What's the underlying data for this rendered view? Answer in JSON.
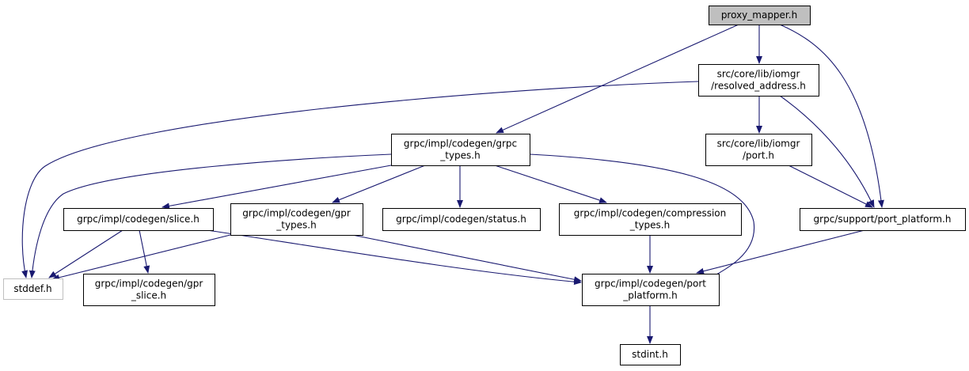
{
  "colors": {
    "edge": "#191970",
    "node_border": "#000000",
    "node_fill": "#ffffff",
    "root_fill": "#bfbfbf",
    "external_border": "#bfbfbf",
    "background": "#ffffff"
  },
  "nodes": [
    {
      "id": "proxy_mapper",
      "lines": [
        "proxy_mapper.h"
      ],
      "style": "root"
    },
    {
      "id": "resolved_address",
      "lines": [
        "src/core/lib/iomgr",
        "/resolved_address.h"
      ],
      "style": "normal"
    },
    {
      "id": "grpc_types",
      "lines": [
        "grpc/impl/codegen/grpc",
        "_types.h"
      ],
      "style": "normal"
    },
    {
      "id": "iomgr_port",
      "lines": [
        "src/core/lib/iomgr",
        "/port.h"
      ],
      "style": "normal"
    },
    {
      "id": "slice",
      "lines": [
        "grpc/impl/codegen/slice.h"
      ],
      "style": "normal"
    },
    {
      "id": "gpr_types",
      "lines": [
        "grpc/impl/codegen/gpr",
        "_types.h"
      ],
      "style": "normal"
    },
    {
      "id": "status",
      "lines": [
        "grpc/impl/codegen/status.h"
      ],
      "style": "normal"
    },
    {
      "id": "compression_types",
      "lines": [
        "grpc/impl/codegen/compression",
        "_types.h"
      ],
      "style": "normal"
    },
    {
      "id": "support_port_platform",
      "lines": [
        "grpc/support/port_platform.h"
      ],
      "style": "normal"
    },
    {
      "id": "stddef",
      "lines": [
        "stddef.h"
      ],
      "style": "external"
    },
    {
      "id": "gpr_slice",
      "lines": [
        "grpc/impl/codegen/gpr",
        "_slice.h"
      ],
      "style": "normal"
    },
    {
      "id": "codegen_port_platform",
      "lines": [
        "grpc/impl/codegen/port",
        "_platform.h"
      ],
      "style": "normal"
    },
    {
      "id": "stdint",
      "lines": [
        "stdint.h"
      ],
      "style": "normal"
    }
  ],
  "edges": [
    {
      "from": "proxy_mapper",
      "to": "resolved_address"
    },
    {
      "from": "proxy_mapper",
      "to": "grpc_types"
    },
    {
      "from": "proxy_mapper",
      "to": "support_port_platform"
    },
    {
      "from": "resolved_address",
      "to": "stddef"
    },
    {
      "from": "resolved_address",
      "to": "iomgr_port"
    },
    {
      "from": "resolved_address",
      "to": "support_port_platform"
    },
    {
      "from": "grpc_types",
      "to": "stddef"
    },
    {
      "from": "grpc_types",
      "to": "slice"
    },
    {
      "from": "grpc_types",
      "to": "gpr_types"
    },
    {
      "from": "grpc_types",
      "to": "status"
    },
    {
      "from": "grpc_types",
      "to": "compression_types"
    },
    {
      "from": "grpc_types",
      "to": "codegen_port_platform"
    },
    {
      "from": "iomgr_port",
      "to": "support_port_platform"
    },
    {
      "from": "slice",
      "to": "stddef"
    },
    {
      "from": "slice",
      "to": "gpr_slice"
    },
    {
      "from": "slice",
      "to": "codegen_port_platform"
    },
    {
      "from": "gpr_types",
      "to": "stddef"
    },
    {
      "from": "gpr_types",
      "to": "codegen_port_platform"
    },
    {
      "from": "compression_types",
      "to": "codegen_port_platform"
    },
    {
      "from": "support_port_platform",
      "to": "codegen_port_platform"
    },
    {
      "from": "codegen_port_platform",
      "to": "stdint"
    }
  ]
}
